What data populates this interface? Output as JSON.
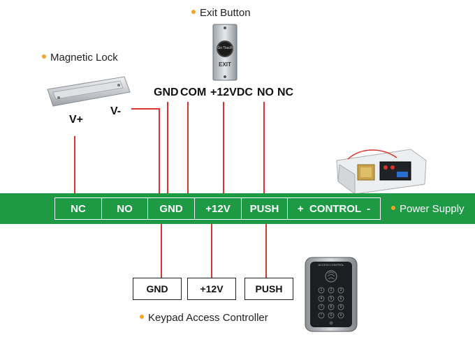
{
  "captions": {
    "exit_button": "Exit Button",
    "magnetic_lock": "Magnetic Lock",
    "power_supply": "Power Supply",
    "keypad": "Keypad Access Controller"
  },
  "exit_button_terminals": [
    "GND",
    "COM",
    "+12VDC",
    "NO",
    "NC"
  ],
  "lock_labels": {
    "v_plus": "V+",
    "v_minus": "V-"
  },
  "exit_plate_text": {
    "top": "Go Touch",
    "bottom": "EXIT"
  },
  "power_terminals": [
    "NC",
    "NO",
    "GND",
    "+12V",
    "PUSH",
    "+  CONTROL  -"
  ],
  "keypad_terminals": [
    "GND",
    "+12V",
    "PUSH"
  ],
  "keypad_device": {
    "header": "ACCESS CONTROL",
    "keys": [
      "1",
      "2",
      "3",
      "4",
      "5",
      "6",
      "7",
      "8",
      "9",
      "*",
      "0",
      "#"
    ]
  },
  "colors": {
    "band": "#1e9a45",
    "wire": "#d9342b",
    "bullet": "#f5a623"
  }
}
